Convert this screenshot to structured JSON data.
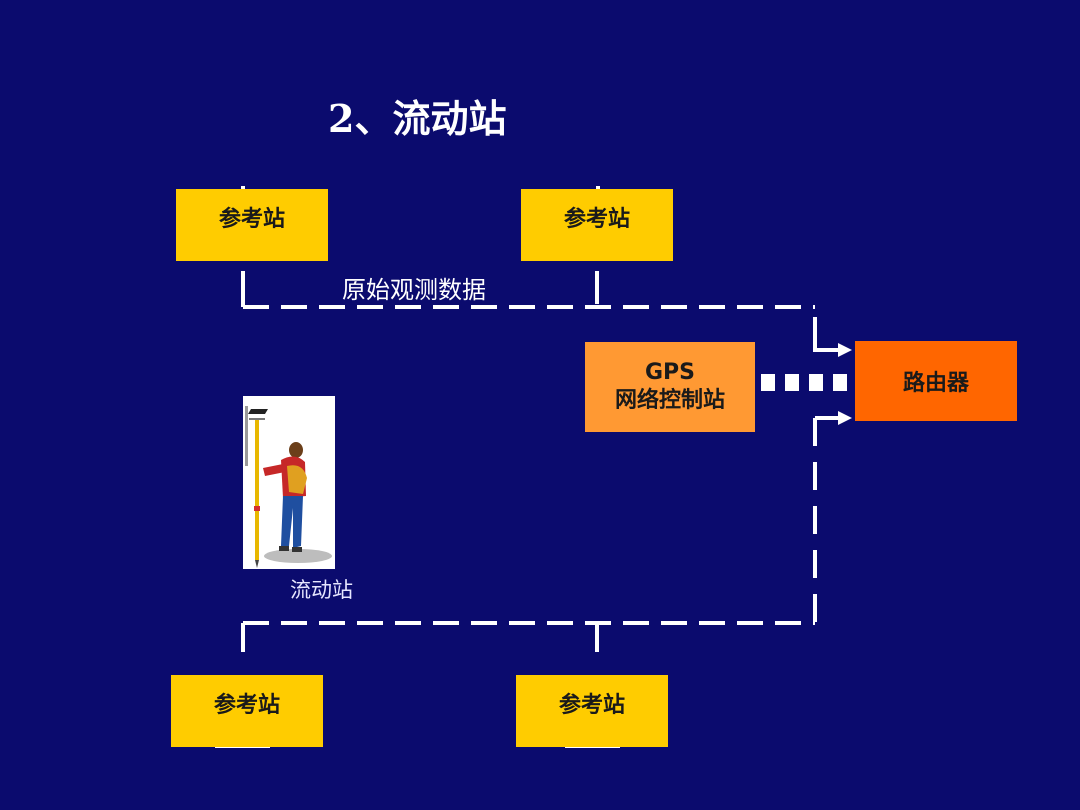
{
  "slide": {
    "title": "2、流动站",
    "ref_label": "参考站",
    "raw_data_label": "原始观测数据",
    "gps_line1": "GPS",
    "gps_line2": "网络控制站",
    "router_label": "路由器",
    "rover_caption": "流动站"
  },
  "colors": {
    "background": "#0b0b6e",
    "reference_station": "#ffcc00",
    "gps_station": "#ff9933",
    "router": "#ff6600",
    "lines": "#ffffff"
  }
}
